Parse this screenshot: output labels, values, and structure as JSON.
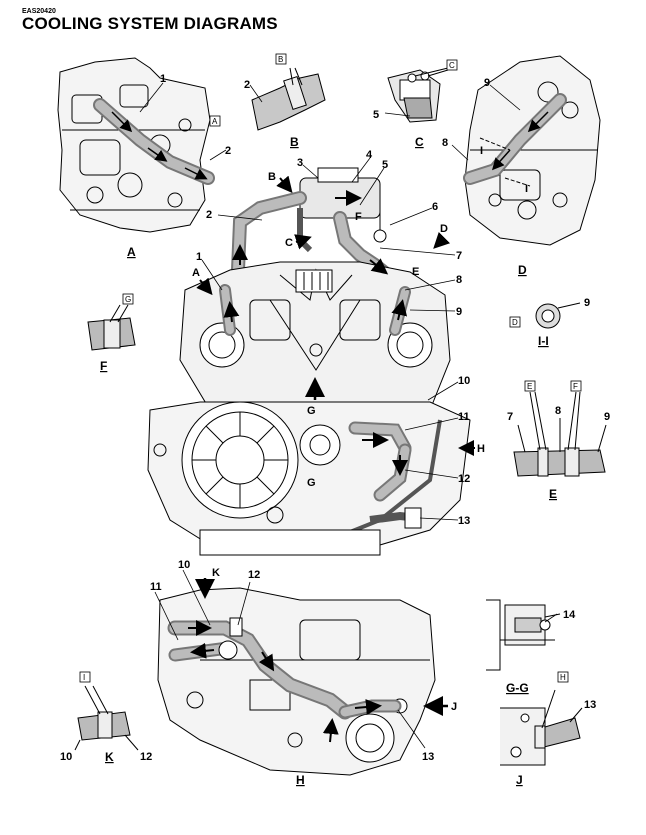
{
  "header": {
    "code": "EAS20420",
    "title": "COOLING SYSTEM DIAGRAMS"
  },
  "callouts": {
    "n1": "1",
    "n2": "2",
    "n3": "3",
    "n4": "4",
    "n5": "5",
    "n6": "6",
    "n7": "7",
    "n8": "8",
    "n9": "9",
    "n10": "10",
    "n11": "11",
    "n12": "12",
    "n13": "13",
    "n14": "14"
  },
  "letters": {
    "A": "A",
    "B": "B",
    "C": "C",
    "D": "D",
    "E": "E",
    "F": "F",
    "G": "G",
    "H": "H",
    "I": "I",
    "J": "J",
    "K": "K"
  },
  "views": {
    "A": "A",
    "B": "B",
    "C": "C",
    "D": "D",
    "E": "E",
    "F": "F",
    "H": "H",
    "J": "J",
    "K": "K",
    "II": "I-I",
    "GG": "G-G"
  }
}
